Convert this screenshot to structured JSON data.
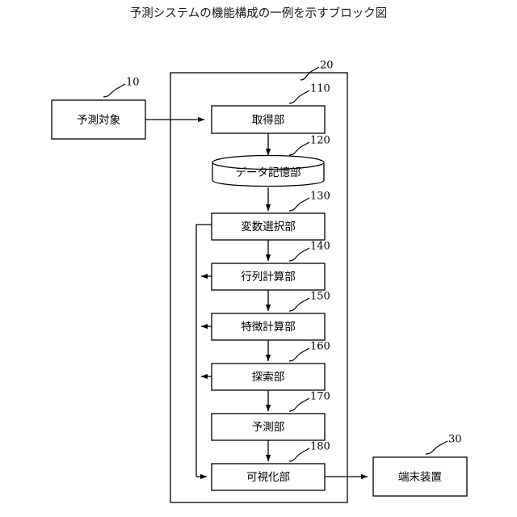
{
  "figure": {
    "title": "予測システムの機能構成の一例を示すブロック図",
    "background_color": "#ffffff",
    "line_color": "#000000",
    "text_color": "#000000"
  },
  "external_nodes": {
    "source": {
      "label": "予測対象",
      "ref": "10"
    },
    "terminal": {
      "label": "端末装置",
      "ref": "30"
    }
  },
  "system": {
    "label": "",
    "ref": "20"
  },
  "blocks": [
    {
      "label": "取得部",
      "ref": "110",
      "shape": "rect"
    },
    {
      "label": "データ記憶部",
      "ref": "120",
      "shape": "cylinder"
    },
    {
      "label": "変数選択部",
      "ref": "130",
      "shape": "rect"
    },
    {
      "label": "行列計算部",
      "ref": "140",
      "shape": "rect"
    },
    {
      "label": "特徴計算部",
      "ref": "150",
      "shape": "rect"
    },
    {
      "label": "探索部",
      "ref": "160",
      "shape": "rect"
    },
    {
      "label": "予測部",
      "ref": "170",
      "shape": "rect"
    },
    {
      "label": "可視化部",
      "ref": "180",
      "shape": "rect"
    }
  ]
}
